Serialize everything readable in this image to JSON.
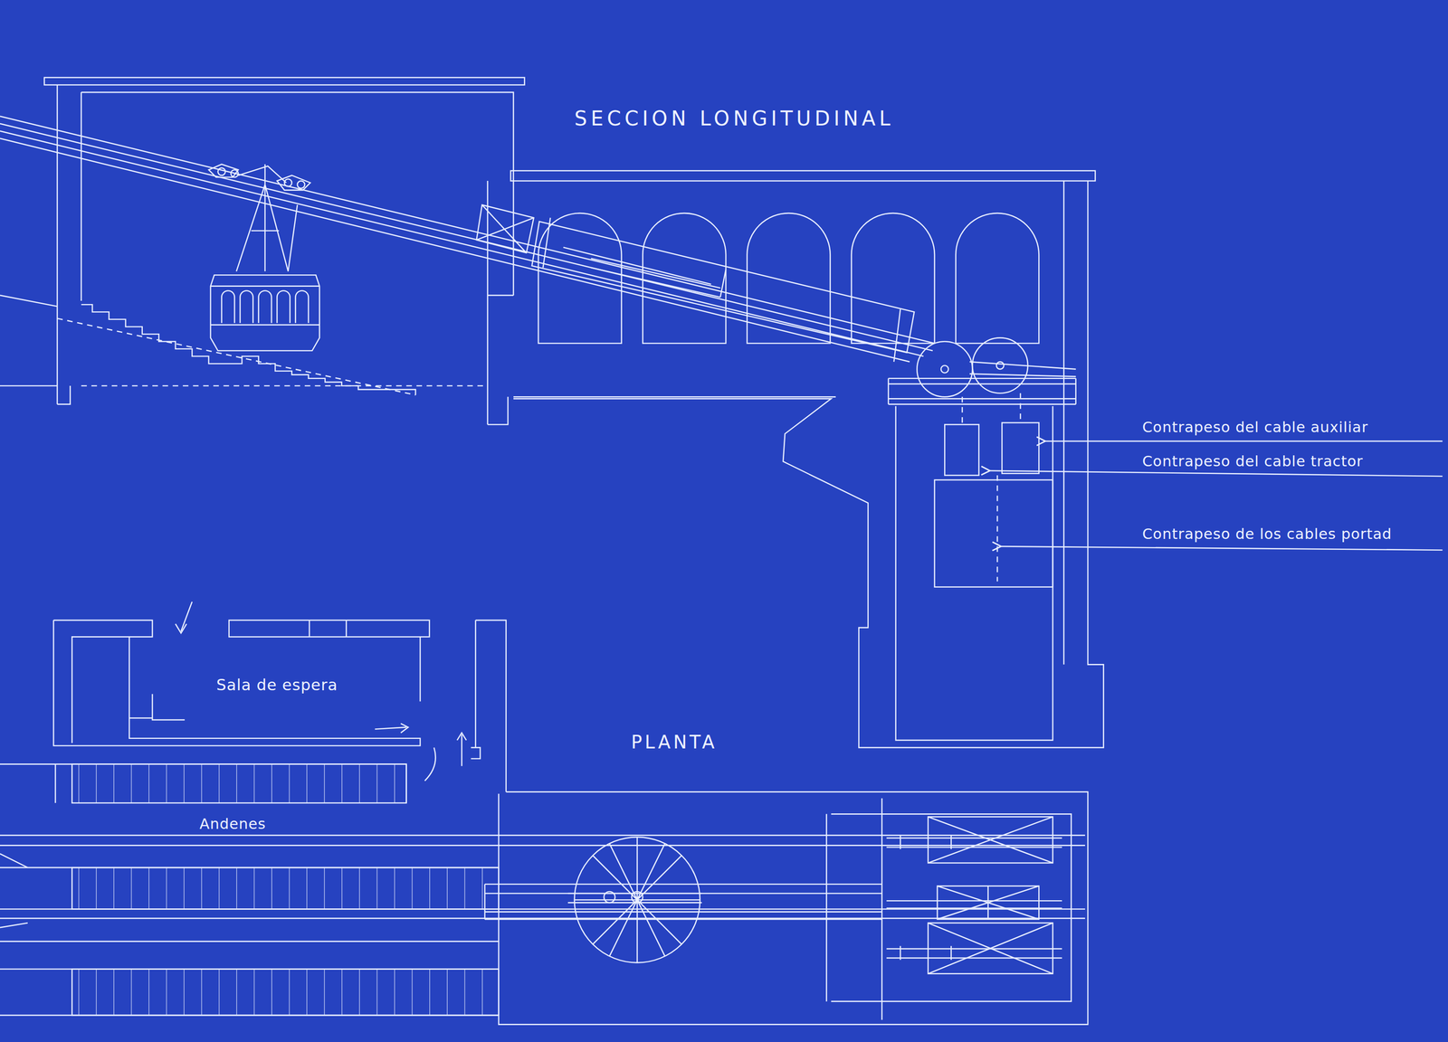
{
  "diagram": {
    "labels": [
      "SECCION LONGITUDINAL",
      "Contrapeso del cable auxiliar",
      "Contrapeso del cable tractor",
      "Contrapeso de los cables portad",
      "Sala de espera",
      "PLANTA",
      "Andenes"
    ]
  }
}
